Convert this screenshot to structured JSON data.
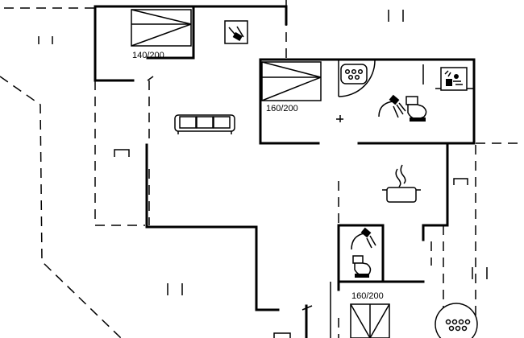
{
  "bed_labels": {
    "top_bedroom": "140/200",
    "middle_bedroom": "160/200",
    "bottom_bedroom": "160/200"
  },
  "icons": {
    "sofa": "sofa-icon",
    "bathtub": "bathtub-icon",
    "shower": "shower-icon",
    "toilet": "toilet-icon",
    "sauna": "sauna-icon",
    "kitchen_pot": "cooking-pot-icon",
    "washing_machine": "washing-machine-icon",
    "whirlpool": "whirlpool-icon"
  },
  "colors": {
    "ink": "#000000",
    "background": "#ffffff"
  }
}
